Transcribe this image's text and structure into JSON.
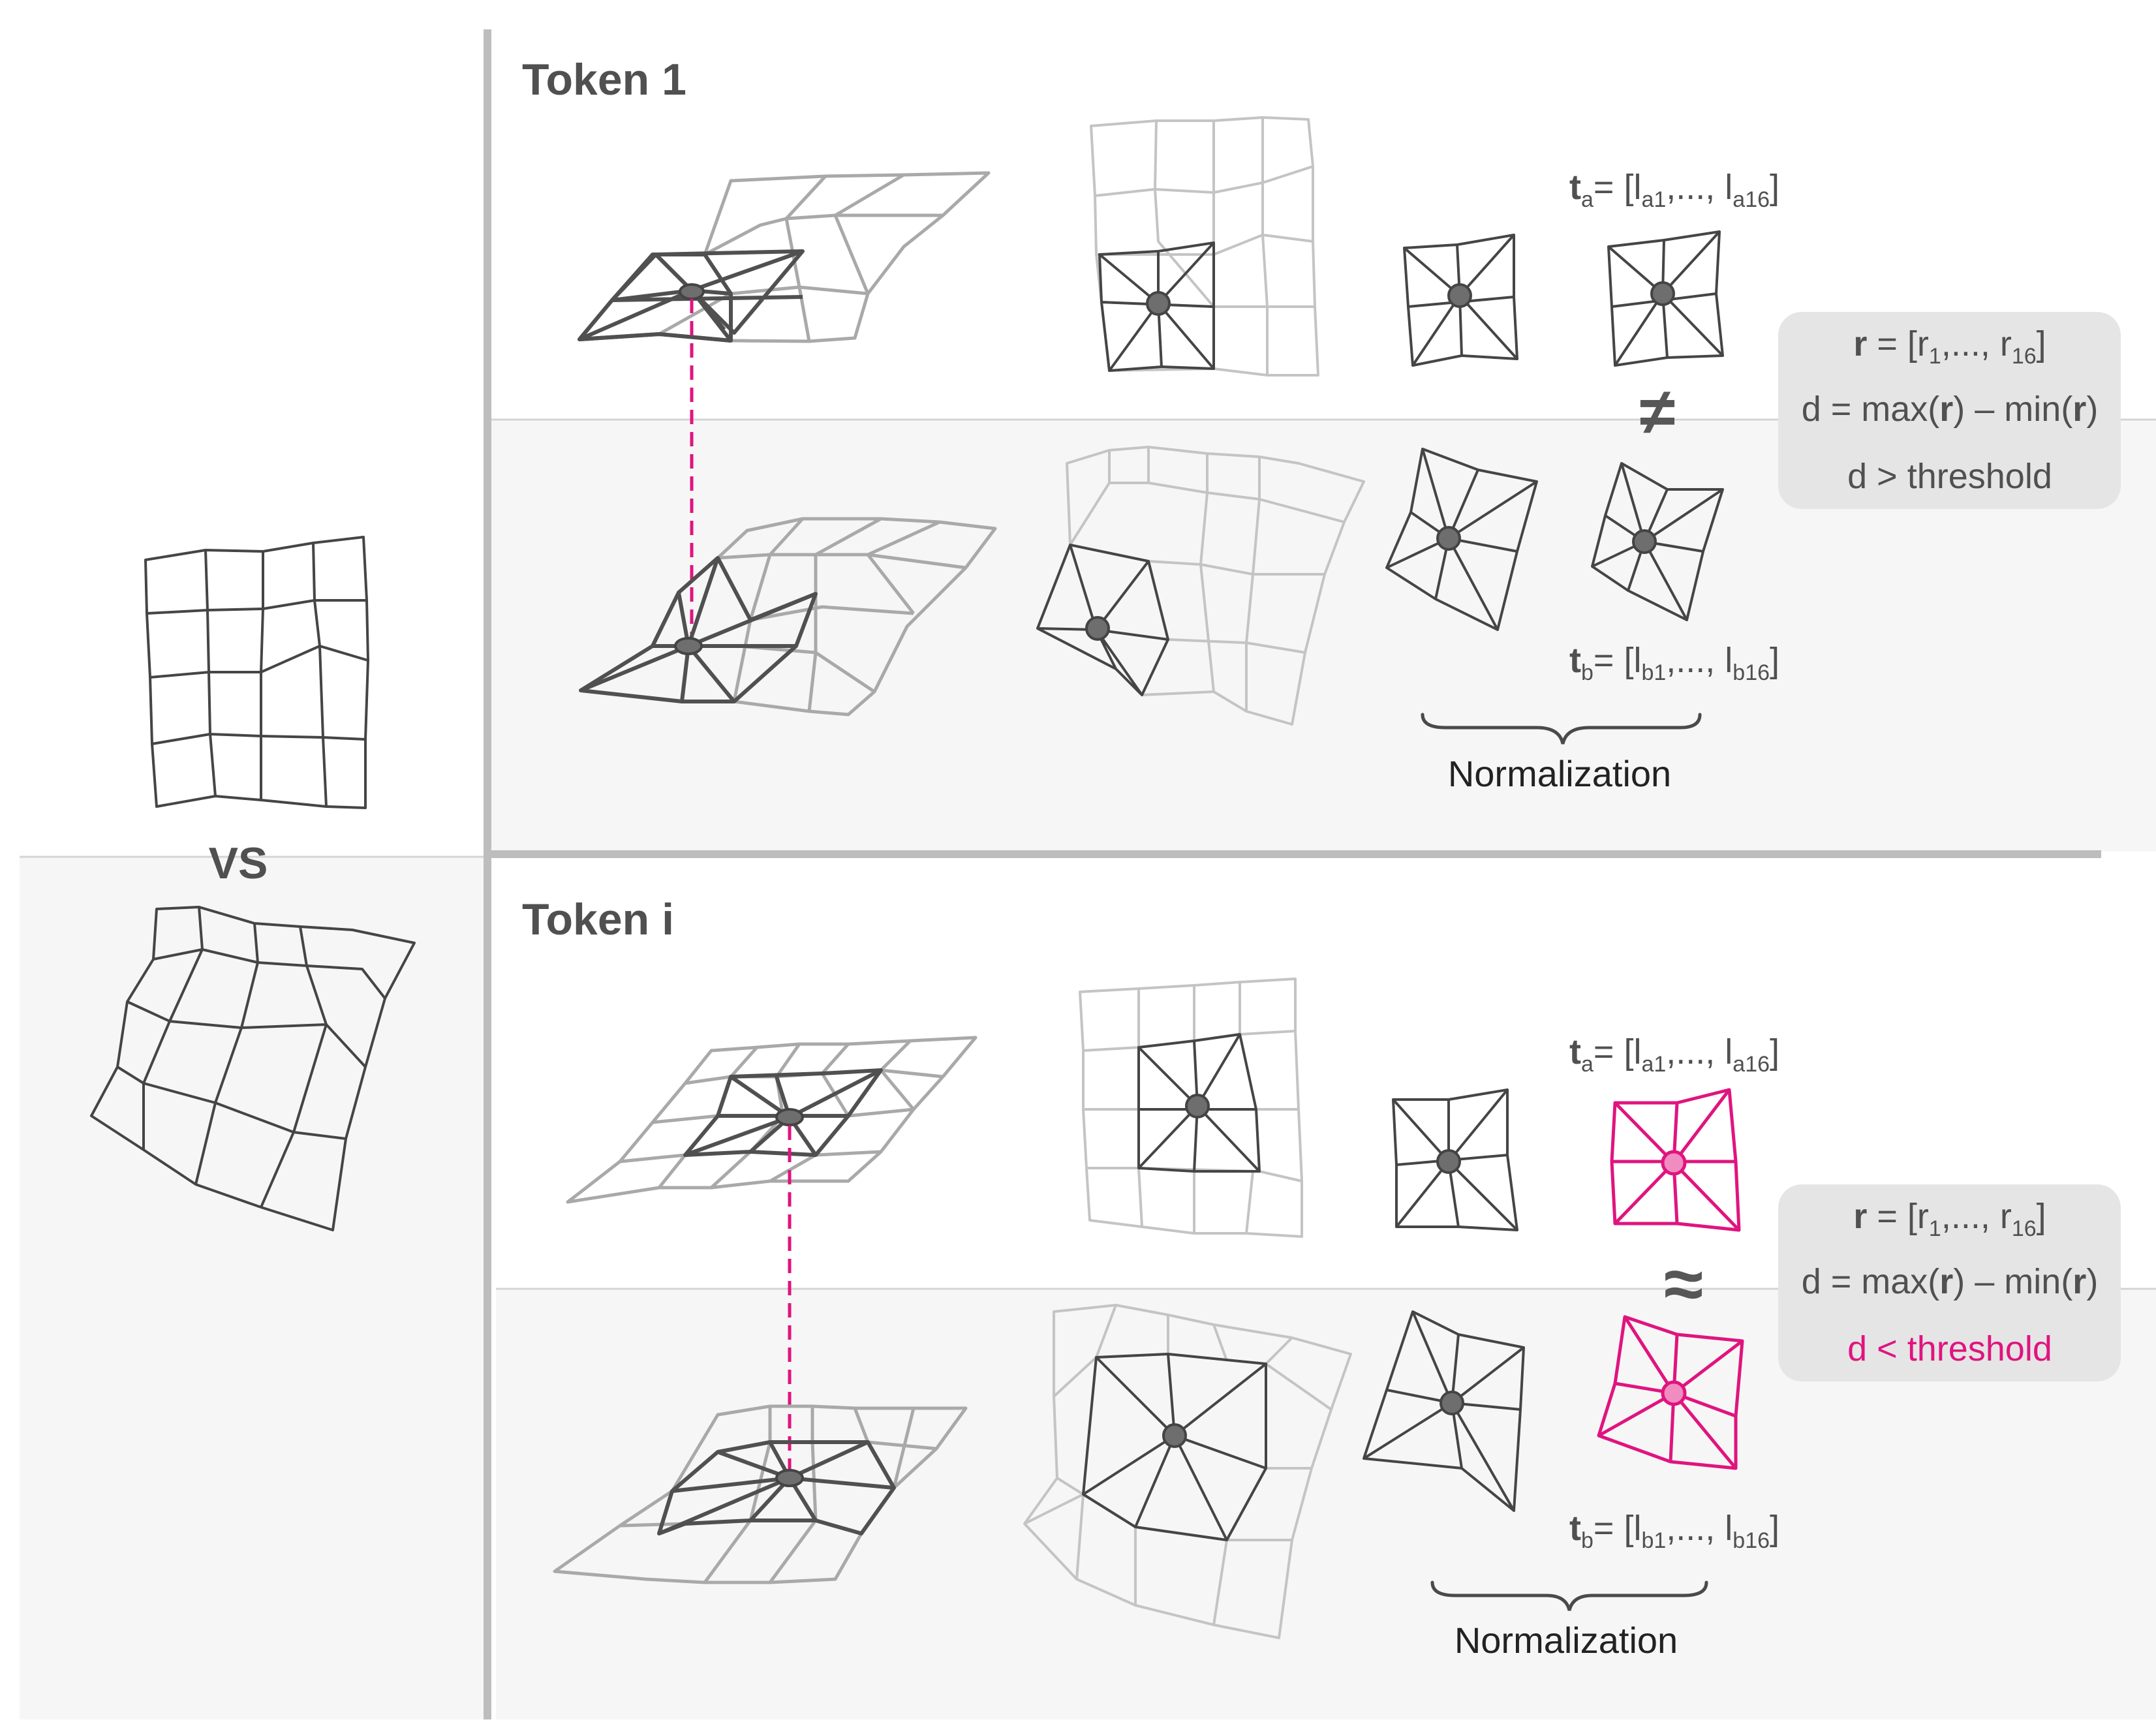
{
  "labels": {
    "vs": "VS",
    "token1": "Token 1",
    "tokeni": "Token i",
    "normalization": "Normalization"
  },
  "formulas": {
    "t": "t",
    "eq_open": "= [l",
    "sub_a": "a",
    "sub_b": "b",
    "sub_a1": "a1",
    "sub_a16": "a16",
    "sub_b1": "b1",
    "sub_b16": "b16",
    "ellipsis": ",..., l",
    "close": "]",
    "r": "r",
    "r_eq": " = [r",
    "r_sub1": "1",
    "r_mid": ",..., r",
    "r_sub16": "16",
    "d_eq": "d = max(",
    "d_mid": ") – min(",
    "d_close": ")",
    "d_gt": "d > threshold",
    "d_lt": "d < threshold"
  },
  "relations": {
    "not_equal": "≠",
    "approx": "≈"
  },
  "colors": {
    "accent": "#e0147f",
    "dark": "#505050",
    "panel_bg": "#f6f6f6",
    "formula_box": "#e5e5e5"
  }
}
